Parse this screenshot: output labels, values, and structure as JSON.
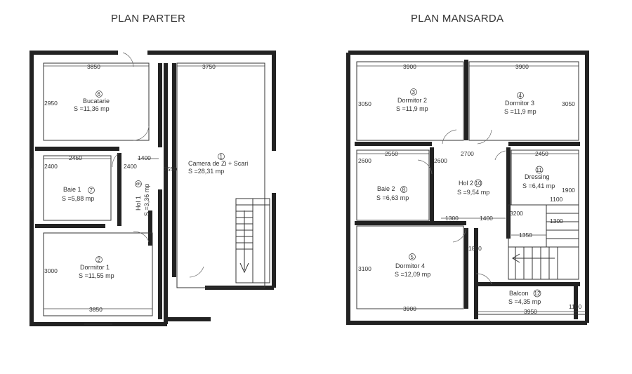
{
  "titles": {
    "ground": "PLAN PARTER",
    "attic": "PLAN MANSARDA"
  },
  "ground": {
    "rooms": [
      {
        "num": "6",
        "name": "Bucatarie",
        "area": "S =11,36 mp"
      },
      {
        "num": "1",
        "name": "Camera de Zi + Scari",
        "area": "S =28,31 mp"
      },
      {
        "num": "7",
        "name": "Baie 1",
        "area": "S =5,88 mp"
      },
      {
        "num": "9",
        "name": "Hol 1",
        "area": "S =3,36 mp"
      },
      {
        "num": "2",
        "name": "Dormitor 1",
        "area": "S =11,55 mp"
      }
    ],
    "dims": [
      "3850",
      "3750",
      "2950",
      "2450",
      "1400",
      "2400",
      "2400",
      "7550",
      "3000",
      "3850"
    ]
  },
  "attic": {
    "rooms": [
      {
        "num": "3",
        "name": "Dormitor 2",
        "area": "S =11,9 mp"
      },
      {
        "num": "4",
        "name": "Dormitor 3",
        "area": "S =11,9 mp"
      },
      {
        "num": "8",
        "name": "Baie 2",
        "area": "S =6,63 mp"
      },
      {
        "num": "10",
        "name": "Hol 2",
        "area": "S =9,54 mp"
      },
      {
        "num": "11",
        "name": "Dressing",
        "area": "S =6,41 mp"
      },
      {
        "num": "5",
        "name": "Dormitor 4",
        "area": "S =12,09 mp"
      },
      {
        "num": "12",
        "name": "Balcon",
        "area": "S =4,35 mp"
      }
    ],
    "dims": [
      "3900",
      "3900",
      "3050",
      "3050",
      "2550",
      "2700",
      "2450",
      "2600",
      "2600",
      "1900",
      "1100",
      "3200",
      "1300",
      "1300",
      "1400",
      "1350",
      "1800",
      "3100",
      "3900",
      "3950",
      "1100"
    ]
  }
}
